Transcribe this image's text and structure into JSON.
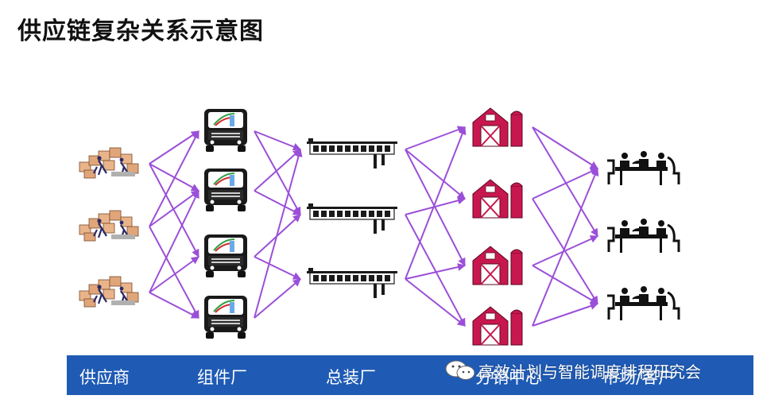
{
  "title": "供应链复杂关系示意图",
  "stages": [
    "供应商",
    "组件厂",
    "总装厂",
    "分销中心",
    "市场/客户"
  ],
  "watermark": "高效计划与智能调度排程研究会",
  "colors": {
    "arrow": "#9b4fd8",
    "bar": "#1f5bb5",
    "barn": "#c8174f",
    "truck": "#1a1a1a"
  },
  "icons": {
    "supplier": "boxes-worker-icon",
    "component_factory": "truck-front-icon",
    "assembly_plant": "factory-building-icon",
    "distribution_center": "barn-silo-icon",
    "customer": "dining-table-icon"
  },
  "counts": {
    "suppliers": 3,
    "component_factories": 4,
    "assembly_plants": 3,
    "distribution_centers": 4,
    "customers": 3
  }
}
